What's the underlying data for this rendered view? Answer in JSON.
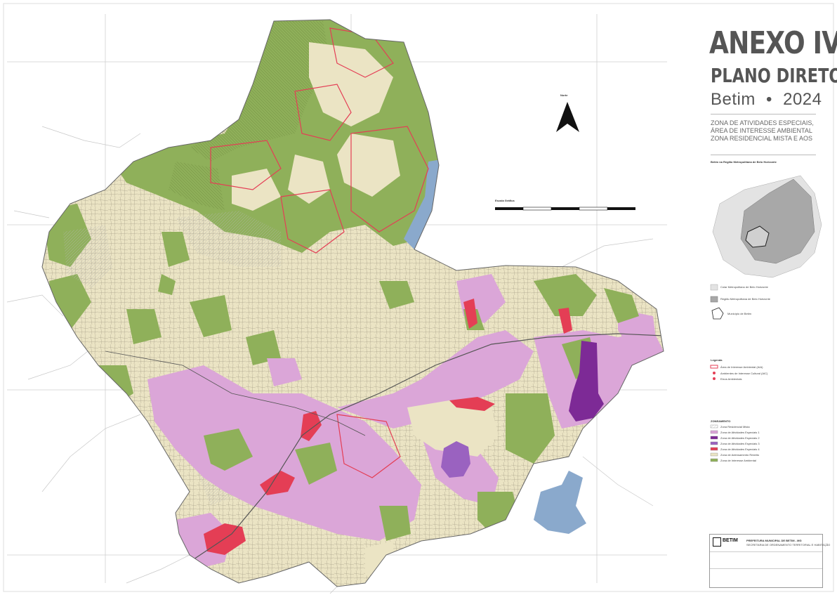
{
  "title": {
    "main": "ANEXO IV",
    "sub": "PLANO DIRETOR",
    "city": "Betim",
    "bullet": "•",
    "year": "2024"
  },
  "zone_subtitle": "ZONA DE ATIVIDADES ESPECIAIS, ÁREA DE INTERESSE AMBIENTAL ZONA RESIDENCIAL MISTA E AOS",
  "locator_title": "Betim na Região Metropolitana de Belo Horizonte",
  "north_label": "Norte",
  "scale_label": "Escala Gráfica",
  "locator_legend": [
    "Colar Metropolitano de Belo Horizonte",
    "Região Metropolitana de Belo Horizonte",
    "Município de Betim"
  ],
  "legend_title": "Legenda",
  "legend_items": [
    "Área de Interesse Ambiental (AIA)",
    "Ambientes de Interesse Cultural (AIC)",
    "Eixos Ambientais"
  ],
  "zone_legend_title": "ZONEAMENTO",
  "zone_legend": [
    "Zona Residencial Mista",
    "Zona de Atividades Especiais 1",
    "Zona de Atividades Especiais 2",
    "Zona de Atividades Especiais 3",
    "Zona de Atividades Especiais 4",
    "Zona de Adensamento Restrito",
    "Zona de Interesse Ambiental"
  ],
  "colors": {
    "green": "#8fb05a",
    "cream": "#ebe4c4",
    "pink": "#dba6d8",
    "purple": "#7d2a96",
    "lavender": "#9a62c0",
    "water": "#8aa9cc",
    "red": "#e43e55"
  },
  "titleblock": {
    "org": "PREFEITURA MUNICIPAL DE BETIM - MG",
    "dept": "SECRETARIA DE ORDENAMENTO TERRITORIAL E HABITAÇÃO",
    "brand": "BETIM"
  },
  "icons": [
    "north-arrow-icon",
    "betim-logo-icon"
  ]
}
